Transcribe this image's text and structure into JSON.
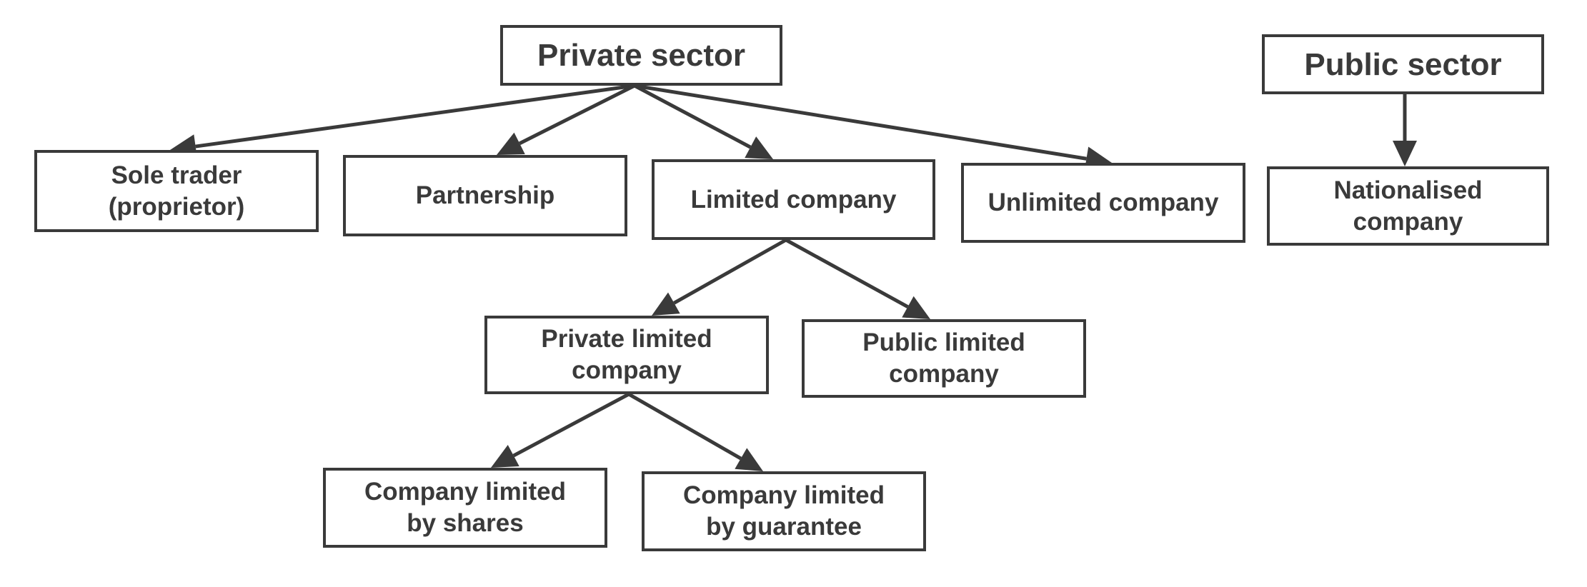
{
  "diagram": {
    "nodes": {
      "private_sector": "Private sector",
      "public_sector": "Public sector",
      "sole_trader": [
        "Sole trader",
        "(proprietor)"
      ],
      "partnership": "Partnership",
      "limited_company": "Limited company",
      "unlimited_company": "Unlimited company",
      "nationalised_company": [
        "Nationalised",
        "company"
      ],
      "private_limited": [
        "Private limited",
        "company"
      ],
      "public_limited": [
        "Public limited",
        "company"
      ],
      "limited_by_shares": [
        "Company limited",
        "by shares"
      ],
      "limited_by_guarantee": [
        "Company limited",
        "by guarantee"
      ]
    },
    "edges": [
      {
        "from": "private_sector",
        "to": "sole_trader"
      },
      {
        "from": "private_sector",
        "to": "partnership"
      },
      {
        "from": "private_sector",
        "to": "limited_company"
      },
      {
        "from": "private_sector",
        "to": "unlimited_company"
      },
      {
        "from": "public_sector",
        "to": "nationalised_company"
      },
      {
        "from": "limited_company",
        "to": "private_limited"
      },
      {
        "from": "limited_company",
        "to": "public_limited"
      },
      {
        "from": "private_limited",
        "to": "limited_by_shares"
      },
      {
        "from": "private_limited",
        "to": "limited_by_guarantee"
      }
    ],
    "colors": {
      "ink": "#3a3a3a",
      "background": "#ffffff"
    }
  }
}
